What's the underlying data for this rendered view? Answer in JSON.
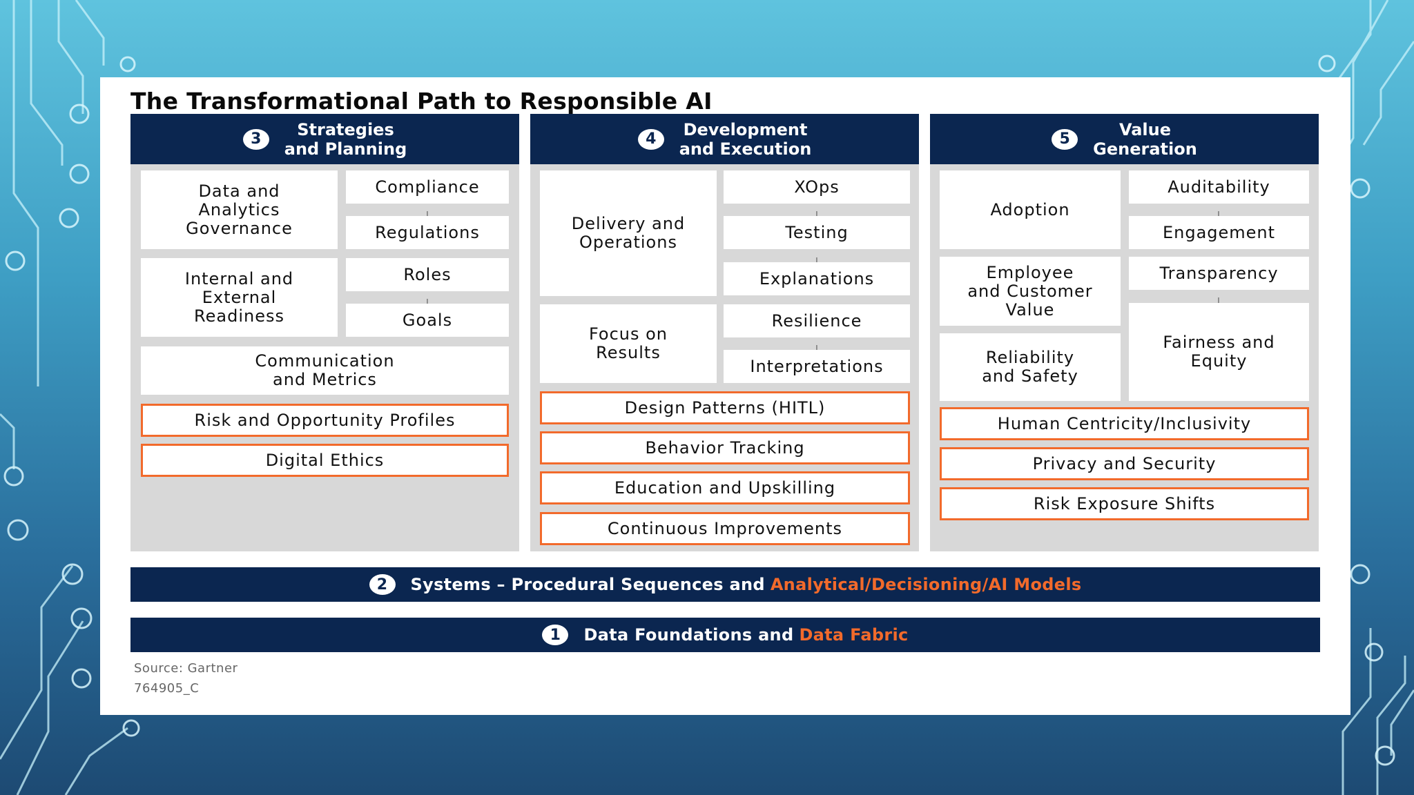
{
  "title": "The Transformational Path to Responsible AI",
  "columns": [
    {
      "number": "3",
      "heading": "Strategies\nand Planning",
      "boxes": [
        "Data and\nAnalytics\nGovernance",
        "Compliance",
        "Regulations",
        "Internal and\nExternal\nReadiness",
        "Roles",
        "Goals",
        "Communication\nand Metrics"
      ],
      "outlined": [
        "Risk and Opportunity Profiles",
        "Digital Ethics"
      ]
    },
    {
      "number": "4",
      "heading": "Development\nand Execution",
      "boxes": [
        "Delivery and\nOperations",
        "XOps",
        "Testing",
        "Explanations",
        "Focus on\nResults",
        "Resilience",
        "Interpretations"
      ],
      "outlined": [
        "Design Patterns (HITL)",
        "Behavior Tracking",
        "Education and Upskilling",
        "Continuous Improvements"
      ]
    },
    {
      "number": "5",
      "heading": "Value\nGeneration",
      "boxes": [
        "Adoption",
        "Auditability",
        "Engagement",
        "Employee\nand Customer\nValue",
        "Transparency",
        "Reliability\nand Safety",
        "Fairness and\nEquity"
      ],
      "outlined": [
        "Human Centricity/Inclusivity",
        "Privacy and Security",
        "Risk Exposure Shifts"
      ]
    }
  ],
  "plus_sign": "+",
  "bands": [
    {
      "number": "2",
      "text": "Systems – Procedural Sequences and",
      "accent": "Analytical/Decisioning/AI Models"
    },
    {
      "number": "1",
      "text": "Data Foundations and",
      "accent": "Data Fabric"
    }
  ],
  "source": "Source: Gartner",
  "doc_id": "764905_C",
  "colors": {
    "navy": "#0b2650",
    "orange": "#f26a2b",
    "panel_gray": "#d8d8d8"
  }
}
